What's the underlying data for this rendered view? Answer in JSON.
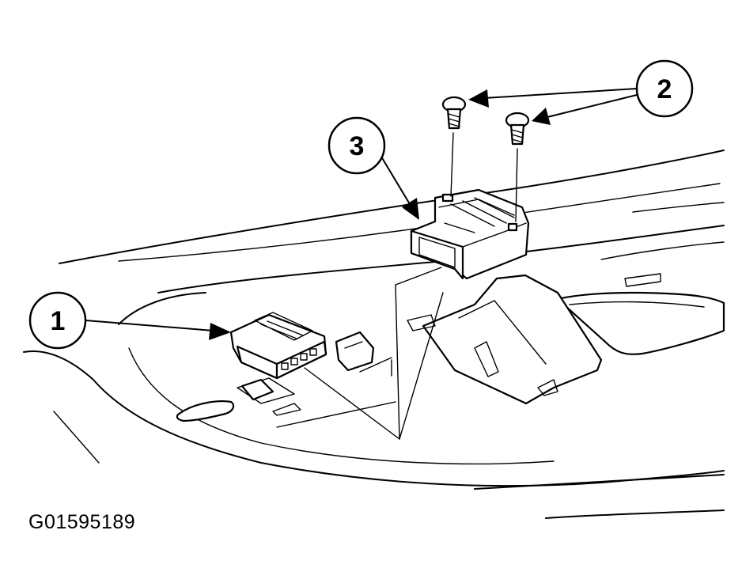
{
  "figure_id": "G01595189",
  "callouts": [
    {
      "number": "1",
      "part": "electrical-connector"
    },
    {
      "number": "2",
      "part": "screws"
    },
    {
      "number": "3",
      "part": "sensor-module"
    }
  ],
  "colors": {
    "line": "#000000",
    "background": "#ffffff"
  }
}
